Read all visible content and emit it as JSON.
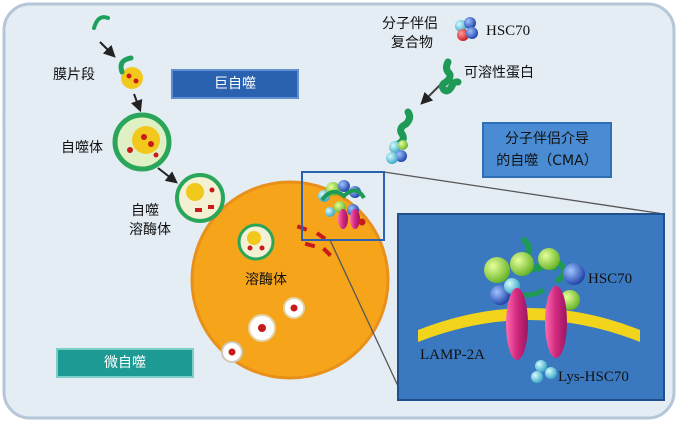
{
  "labels": {
    "membrane_fragment": "膜片段",
    "macroautophagy": "巨自噬",
    "autophagosome": "自噬体",
    "autolysosome_line1": "自噬",
    "autolysosome_line2": "溶酶体",
    "lysosome": "溶酶体",
    "microautophagy": "微自噬",
    "chaperone_complex_line1": "分子伴侣",
    "chaperone_complex_line2": "复合物",
    "hsc70_legend": "HSC70",
    "soluble_protein": "可溶性蛋白",
    "cma_line1": "分子伴侣介导",
    "cma_line2": "的自噬（CMA）",
    "inset_hsc70": "HSC70",
    "lamp2a": "LAMP-2A",
    "lys_hsc70": "Lys-HSC70"
  },
  "colors": {
    "cell_background": "#e4ecf4",
    "lysosome_orange": "#f6a51a",
    "inset_blue": "#3a79c0",
    "macro_box": "#2a62b0",
    "cma_box": "#4a8cd4",
    "micro_box": "#1e9a94",
    "membrane_yellow": "#f2d41c",
    "lamp2a_magenta": "#d0287e",
    "substrate_green": "#1e9a56"
  }
}
